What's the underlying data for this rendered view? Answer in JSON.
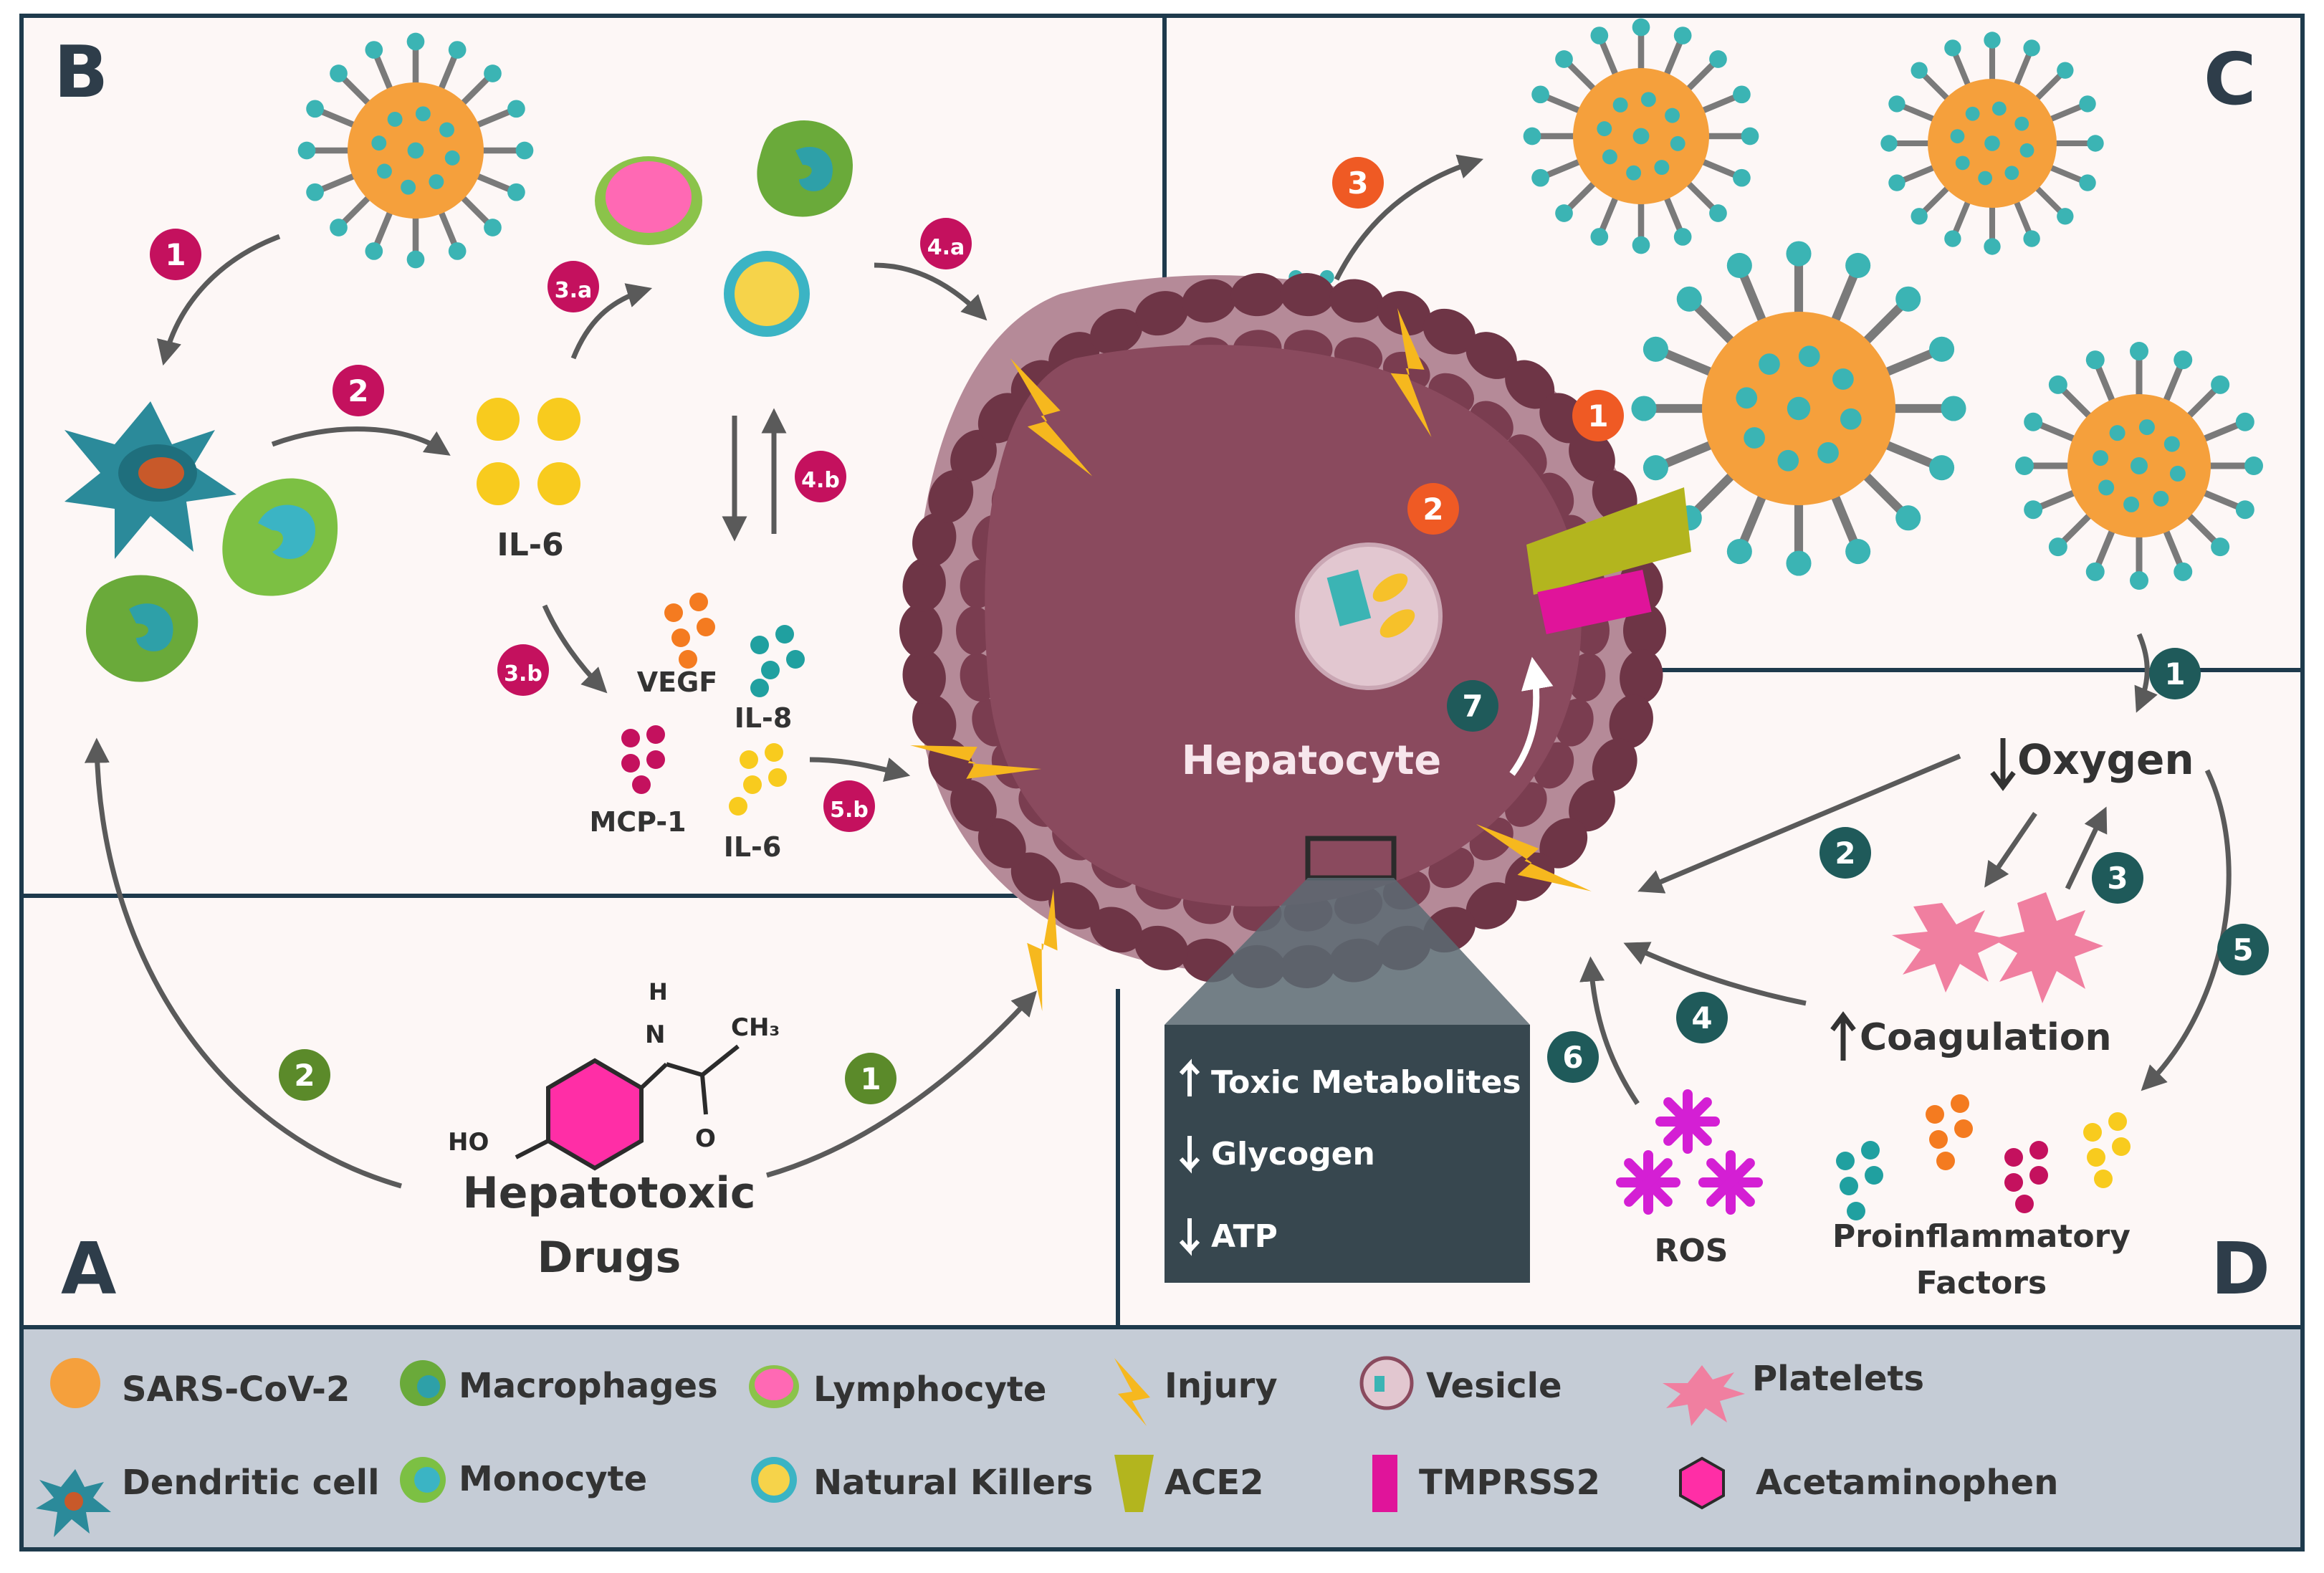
{
  "panels": {
    "A": "A",
    "B": "B",
    "C": "C",
    "D": "D"
  },
  "colors": {
    "panel_bg": "#fdf7f6",
    "border": "#1e3a4c",
    "arrow": "#5a5a5a",
    "hepatocyte": "#8a4a5e",
    "hepatocyte_ring": "#6e3546",
    "virus_orange": "#f5a03c",
    "virus_teal": "#3bb4b4",
    "badge_magenta": "#c4115e",
    "badge_orange": "#ef5a24",
    "badge_teal": "#1f5a5a",
    "badge_green": "#5b8a2a",
    "injury": "#f6b81e",
    "ace2": "#b3b51e",
    "tmprss2": "#e0149a",
    "legend_bg": "#c5ccd6",
    "dark_box": "#37474f",
    "ros": "#d41fd4"
  },
  "labels": {
    "hepatocyte": "Hepatocyte",
    "il6": "IL-6",
    "vegf": "VEGF",
    "il8": "IL-8",
    "mcp1": "MCP-1",
    "il6_b": "IL-6",
    "drugs_line1": "Hepatotoxic",
    "drugs_line2": "Drugs",
    "oxygen": "Oxygen",
    "coagulation": "Coagulation",
    "ros": "ROS",
    "proinf_line1": "Proinflammatory",
    "proinf_line2": "Factors",
    "toxic_metabolites": "Toxic Metabolites",
    "glycogen": "Glycogen",
    "atp": "ATP",
    "chem_h": "H",
    "chem_n": "N",
    "chem_ch3": "CH₃",
    "chem_o": "O",
    "chem_ho": "HO"
  },
  "badges": {
    "b1": "1",
    "b2": "2",
    "b3a": "3.a",
    "b3b": "3.b",
    "b4a": "4.a",
    "b4b": "4.b",
    "b5b": "5.b",
    "c1": "1",
    "c2": "2",
    "c3": "3",
    "c7": "7",
    "d1": "1",
    "d2": "2",
    "d3": "3",
    "d4": "4",
    "d5": "5",
    "d6": "6",
    "a1": "1",
    "a2": "2"
  },
  "legend": {
    "sars": "SARS-CoV-2",
    "macrophages": "Macrophages",
    "lymphocyte": "Lymphocyte",
    "injury": "Injury",
    "vesicle": "Vesicle",
    "platelets": "Platelets",
    "dendritic": "Dendritic cell",
    "monocyte": "Monocyte",
    "nk": "Natural Killers",
    "ace2": "ACE2",
    "tmprss2": "TMPRSS2",
    "acetaminophen": "Acetaminophen"
  }
}
